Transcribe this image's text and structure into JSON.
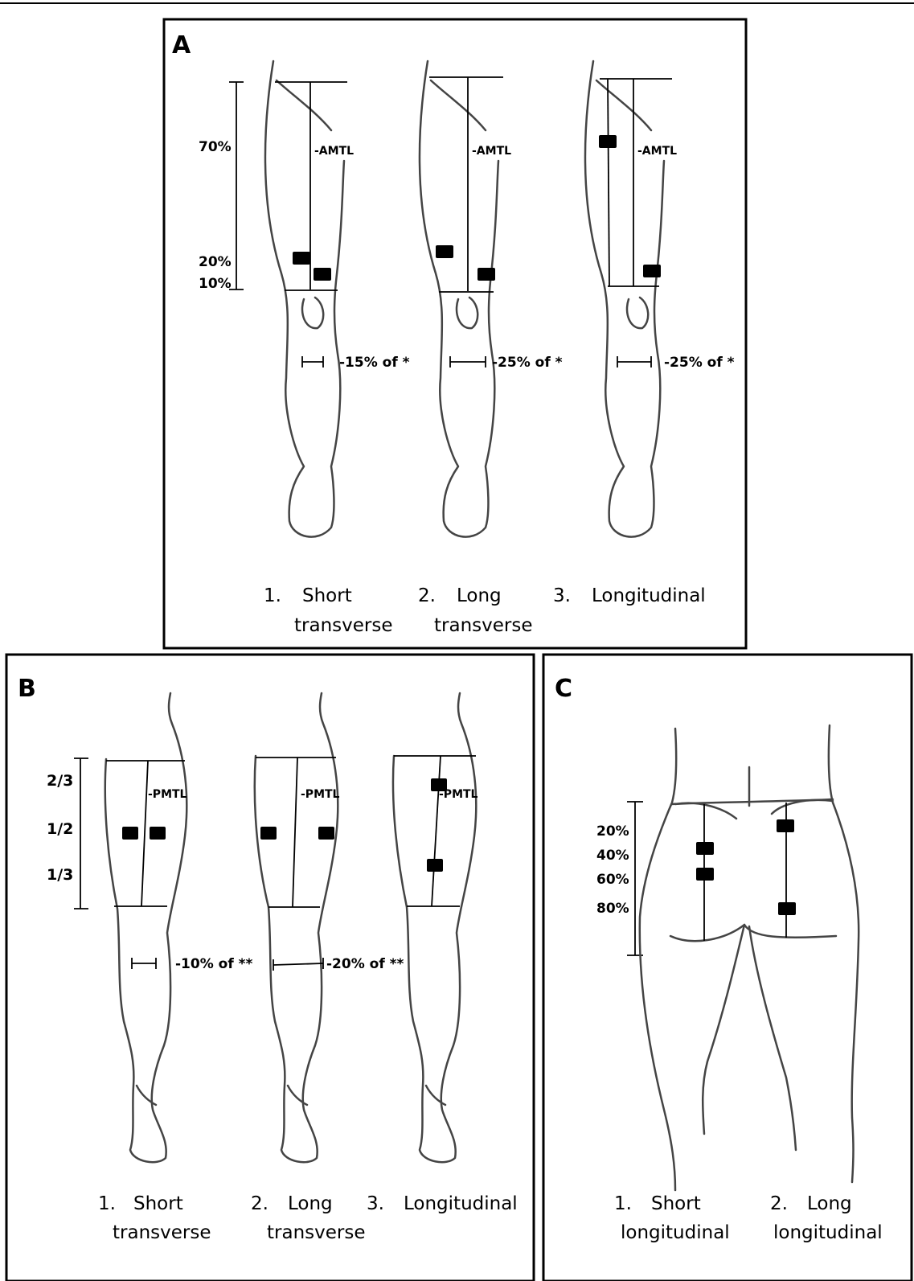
{
  "panels": {
    "a": {
      "letter": "A",
      "scale_labels": [
        "70%",
        "20%",
        "10%"
      ],
      "line_label": "-AMTL",
      "width_labels": [
        "-15% of *",
        "-25% of *",
        "-25% of *"
      ],
      "captions": [
        {
          "num": "1.",
          "line1": "Short",
          "line2": "transverse"
        },
        {
          "num": "2.",
          "line1": "Long",
          "line2": "transverse"
        },
        {
          "num": "3.",
          "line1": "Longitudinal",
          "line2": ""
        }
      ]
    },
    "b": {
      "letter": "B",
      "scale_labels": [
        "2/3",
        "1/2",
        "1/3"
      ],
      "line_label": "-PMTL",
      "width_labels": [
        "-10% of **",
        "-20% of **"
      ],
      "captions": [
        {
          "num": "1.",
          "line1": "Short",
          "line2": "transverse"
        },
        {
          "num": "2.",
          "line1": "Long",
          "line2": "transverse"
        },
        {
          "num": "3.",
          "line1": "Longitudinal",
          "line2": ""
        }
      ]
    },
    "c": {
      "letter": "C",
      "scale_labels": [
        "20%",
        "40%",
        "60%",
        "80%"
      ],
      "captions": [
        {
          "num": "1.",
          "line1": "Short",
          "line2": "longitudinal"
        },
        {
          "num": "2.",
          "line1": "Long",
          "line2": "longitudinal"
        }
      ]
    }
  },
  "colors": {
    "ink": "#000000",
    "outline": "#444444",
    "background": "#ffffff"
  }
}
